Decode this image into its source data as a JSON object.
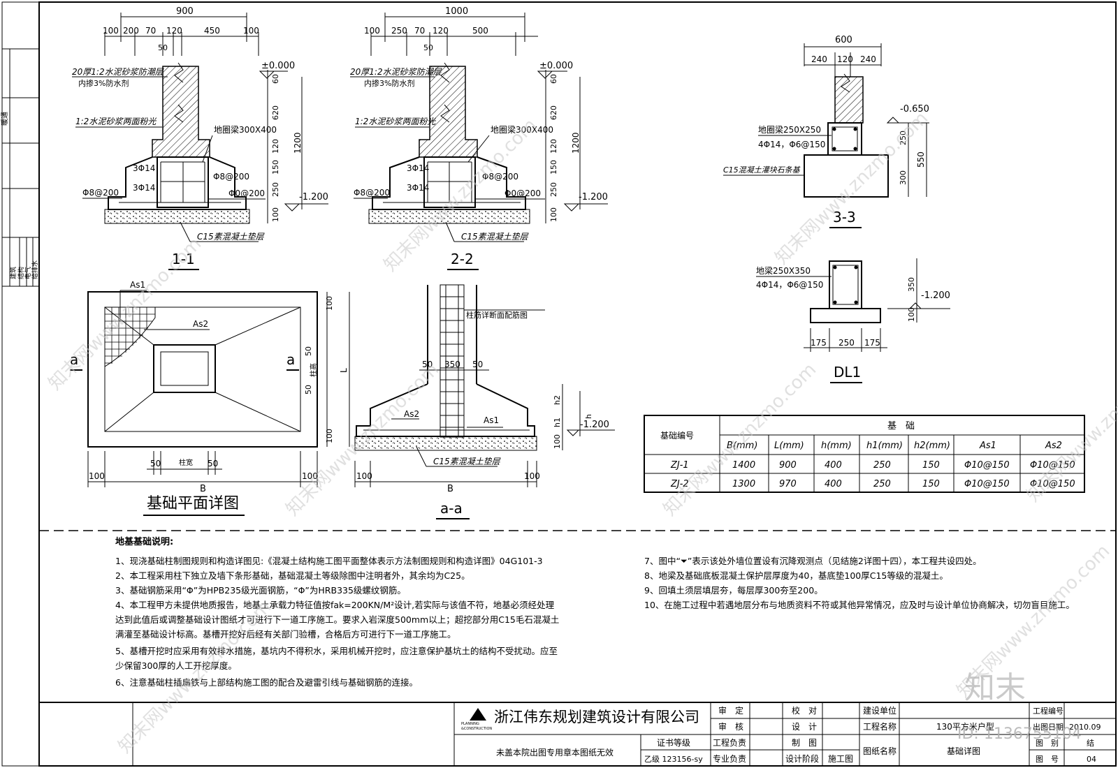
{
  "sections": {
    "s11": {
      "title": "1-1",
      "dims_top": [
        "900",
        "100",
        "200",
        "70",
        "120",
        "450",
        "100",
        "50"
      ],
      "elev_top": "±0.000",
      "elev_bot": "-1.200",
      "dims_right": [
        "1200",
        "60",
        "620",
        "120",
        "150",
        "250",
        "100"
      ],
      "note1": "20厚1:2水泥砂浆防潮层",
      "note1b": "内掺3%防水剂",
      "note2": "1:2水泥砂浆两面粉光",
      "beam": "地圈梁300X400",
      "r1": "3Φ14",
      "r2": "3Φ14",
      "r3": "Φ8@200",
      "r4": "Φ8@200",
      "r5": "Φ0@200",
      "pad": "C15素混凝土垫层"
    },
    "s22": {
      "title": "2-2",
      "dims_top": [
        "1000",
        "100",
        "250",
        "70",
        "120",
        "500",
        "50"
      ],
      "elev_top": "±0.000",
      "elev_bot": "-1.200",
      "dims_right": [
        "1200",
        "60",
        "620",
        "120",
        "150",
        "250",
        "100"
      ],
      "note1": "20厚1:2水泥砂浆防潮层",
      "note1b": "内掺3%防水剂",
      "note2": "1:2水泥砂浆两面粉光",
      "beam": "地圈梁300X400",
      "r1": "3Φ14",
      "r2": "3Φ14",
      "r3": "Φ8@200",
      "r4": "Φ8@200",
      "r5": "Φ0@200",
      "pad": "C15素混凝土垫层"
    },
    "s33": {
      "title": "3-3",
      "dims_top": [
        "600",
        "240",
        "120",
        "240"
      ],
      "elev": "-0.650",
      "beam": "地圈梁250X250",
      "rebar": "4Φ14，Φ6@150",
      "base": "C15混凝土灌块石条基",
      "dims_right": [
        "250",
        "300",
        "550"
      ]
    },
    "dl1": {
      "title": "DL1",
      "beam": "地梁250X350",
      "rebar": "4Φ14，Φ6@150",
      "elev": "-1.200",
      "dims_right": [
        "350",
        "100"
      ],
      "dims_bot": [
        "175",
        "250",
        "175"
      ]
    },
    "plan": {
      "title": "基础平面详图",
      "as1": "As1",
      "as2": "As2",
      "cut_a_left": "a",
      "cut_a_right": "a",
      "col_wide": "柱宽",
      "col_high": "柱高",
      "dims_right": [
        "100",
        "50",
        "50",
        "L",
        "100"
      ],
      "dims_bot": [
        "100",
        "50",
        "50",
        "B",
        "100"
      ]
    },
    "aa": {
      "title": "a-a",
      "col_note": "柱筋详断面配筋图",
      "dims_col": [
        "50",
        "350",
        "50"
      ],
      "as1": "As1",
      "as2": "As2",
      "h1": "h1",
      "h2": "h2",
      "h": "h",
      "d100": "100",
      "elev": "-1.200",
      "pad": "C15素混凝土垫层",
      "dims_bot": [
        "100",
        "B",
        "100"
      ]
    }
  },
  "table": {
    "corner": "基础编号",
    "group": "基　础",
    "headers": [
      "B(mm)",
      "L(mm)",
      "h(mm)",
      "h1(mm)",
      "h2(mm)",
      "As1",
      "As2"
    ],
    "rows": [
      [
        "ZJ-1",
        "1400",
        "900",
        "400",
        "250",
        "150",
        "Φ10@150",
        "Φ10@150"
      ],
      [
        "ZJ-2",
        "1300",
        "970",
        "400",
        "250",
        "150",
        "Φ10@150",
        "Φ10@150"
      ]
    ]
  },
  "notes": {
    "title": "地基基础说明:",
    "left": [
      "1、现浇基础柱制图规则和构造详图见:《混凝土结构施工图平面整体表示方法制图规则和构造详图》04G101-3",
      "2、本工程采用柱下独立及墙下条形基础，基础混凝土等级除图中注明者外，其余均为C25。",
      "3、基础钢筋采用“Φ”为HPB235级光面钢筋，“Φ”为HRB335级螺纹钢筋。",
      "4、本工程甲方未提供地质报告，地基土承载力特征值按fak=200KN/M²设计,若实际与该值不符，地基必须经处理",
      "达到此值后或调整基础设计图纸才可进行下一道工序施工。要求入岩深度500mm以上；超挖部分用C15毛石混凝土",
      "满灌至基础设计标高。基槽开挖好后经有关部门验槽，合格后方可进行下一道工序施工。",
      "5、基槽开挖时应采用有效排水措施，基坑内不得积水，采用机械开挖时，应注意保护基坑土的结构不受扰动。应至",
      "少保留300厚的人工开挖厚度。",
      "6、注意基础柱插扁铁与上部结构施工图的配合及避雷引线与基础钢筋的连接。"
    ],
    "right": [
      "7、图中“⏷”表示该处外墙位置设有沉降观测点（见结施2详图十四），本工程共设四处。",
      "8、地梁及基础底板混凝土保护层厚度为40，基底垫100厚C15等级的混凝土。",
      "9、回填土须层填层夯，每层厚300夯至200。",
      "10、在施工过程中若遇地层分布与地质资料不符或其他异常情况，应及时与设计单位协商解决，切勿盲目施工。"
    ]
  },
  "side_strip": {
    "top": "暖通",
    "items": [
      "建筑",
      "结构",
      "电气",
      "给排水"
    ]
  },
  "titleblock": {
    "company": "浙江伟东规划建筑设计有限公司",
    "logo1": "PLANNING",
    "logo2": "&CONSTRUCTION",
    "stamp_note": "未盖本院出图专用章本图纸无效",
    "cert_label": "证书等级",
    "cert_value": "乙级 123156-sy",
    "approve": "审　定",
    "review": "审　核",
    "proj_lead": "工程负责",
    "spec_lead": "专业负责",
    "check": "校　对",
    "design": "设　计",
    "draw": "制　图",
    "stage": "设计阶段",
    "stage_value": "施工图",
    "client": "建设单位",
    "project": "工程名称",
    "project_value": "130平方米户型",
    "drawing_name": "图纸名称",
    "drawing_value": "基础详图",
    "proj_no": "工程编号",
    "date_label": "出图日期",
    "date_value": "2010.09",
    "sheet_label": "图　别",
    "sheet_value": "结",
    "no_label": "图　号",
    "no_value": "04"
  },
  "watermark": {
    "text": "知末网www.znzmo.com",
    "brand": "知末",
    "id": "ID: 1136755104"
  }
}
